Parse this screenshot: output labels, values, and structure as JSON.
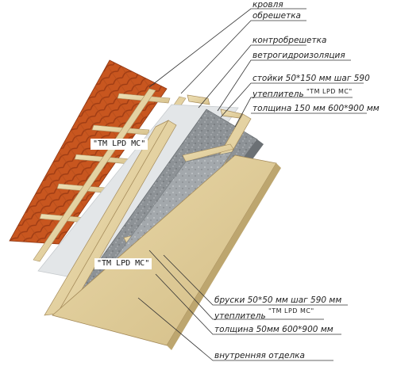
{
  "labels": {
    "roofing": "кровля",
    "battens": "обрешетка",
    "counter_battens": "контробрешетка",
    "membrane": "ветрогидроизоляция",
    "rafters": "стойки 50*150 мм шаг 590",
    "insulation_outer_line1": "утеплитель",
    "insulation_outer_brand": "\"TM LPD MC\"",
    "insulation_outer_line2": "толщина 150 мм 600*900 мм",
    "bars": "бруски 50*50 мм шаг 590 мм",
    "insulation_inner_line1": "утеплитель",
    "insulation_inner_brand": "\"TM LPD MC\"",
    "insulation_inner_line2": "толщина 50мм 600*900 мм",
    "interior_finish": "внутренняя отделка"
  },
  "tags": {
    "outer_insulation_tag": "\"TM LPD MC\"",
    "inner_insulation_tag": "\"TM LPD MC\""
  },
  "colors": {
    "tile": "#c8561f",
    "tile_dark": "#9e3c14",
    "wood": "#e8d7a8",
    "wood_dark": "#c7b07a",
    "mineral_wool": "#8a8f94",
    "membrane": "#dfe3e6",
    "board": "#e0cfa0"
  }
}
